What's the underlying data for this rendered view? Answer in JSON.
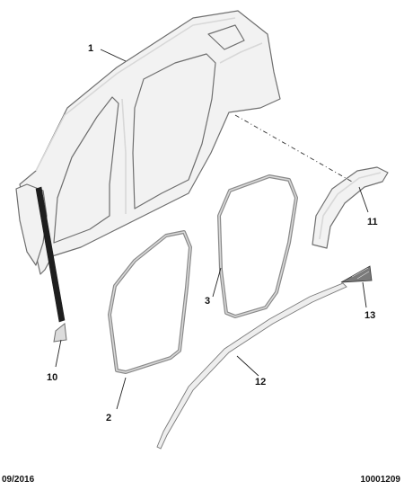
{
  "diagram": {
    "callouts": [
      {
        "id": "1",
        "label": "1"
      },
      {
        "id": "2",
        "label": "2"
      },
      {
        "id": "3",
        "label": "3"
      },
      {
        "id": "10",
        "label": "10"
      },
      {
        "id": "11",
        "label": "11"
      },
      {
        "id": "12",
        "label": "12"
      },
      {
        "id": "13",
        "label": "13"
      }
    ]
  },
  "footer": {
    "date": "09/2016",
    "reference": "10001209"
  },
  "colors": {
    "line": "#6f6f6f",
    "fill": "#f2f2f2",
    "text": "#111111"
  }
}
